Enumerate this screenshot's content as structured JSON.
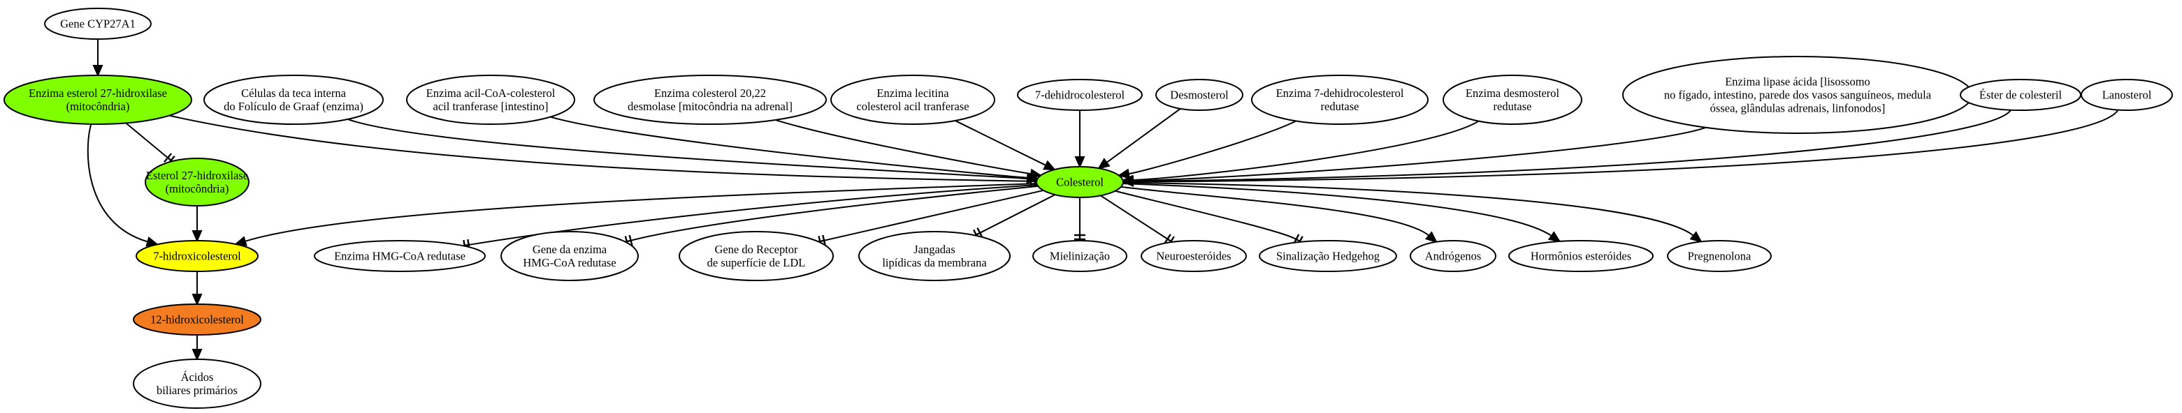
{
  "colors": {
    "green": "#7fff00",
    "yellow": "#ffff00",
    "orange": "#f47c20",
    "white": "#ffffff"
  },
  "nodes": [
    {
      "id": "cyp27a1",
      "lines": [
        "Gene CYP27A1"
      ],
      "color": "white"
    },
    {
      "id": "enzima27",
      "lines": [
        "Enzima esterol 27-hidroxilase",
        "(mitocôndria)"
      ],
      "color": "green"
    },
    {
      "id": "esterol27",
      "lines": [
        "Esterol 27-hidroxilase",
        "(mitocôndria)"
      ],
      "color": "green"
    },
    {
      "id": "hidroxi7",
      "lines": [
        "7-hidroxicolesterol"
      ],
      "color": "yellow"
    },
    {
      "id": "hidroxi12",
      "lines": [
        "12-hidroxicolesterol"
      ],
      "color": "orange"
    },
    {
      "id": "acidos",
      "lines": [
        "Ácidos",
        "biliares primários"
      ],
      "color": "white"
    },
    {
      "id": "celulas",
      "lines": [
        "Células da teca interna",
        "do Folículo de Graaf (enzima)"
      ],
      "color": "white"
    },
    {
      "id": "acil",
      "lines": [
        "Enzima acil-CoA-colesterol",
        "acil tranferase [intestino]"
      ],
      "color": "white"
    },
    {
      "id": "desmolase",
      "lines": [
        "Enzima colesterol 20,22",
        "desmolase [mitocôndria na adrenal]"
      ],
      "color": "white"
    },
    {
      "id": "lecitina",
      "lines": [
        "Enzima lecitina",
        "colesterol acil tranferase"
      ],
      "color": "white"
    },
    {
      "id": "dehidro7",
      "lines": [
        "7-dehidrocolesterol"
      ],
      "color": "white"
    },
    {
      "id": "desmosterol",
      "lines": [
        "Desmosterol"
      ],
      "color": "white"
    },
    {
      "id": "redutase7",
      "lines": [
        "Enzima 7-dehidrocolesterol",
        "redutase"
      ],
      "color": "white"
    },
    {
      "id": "desmoredutase",
      "lines": [
        "Enzima desmosterol",
        "redutase"
      ],
      "color": "white"
    },
    {
      "id": "lipase",
      "lines": [
        "Enzima lipase ácida [lisossomo",
        "no fígado, intestino, parede dos vasos sanguíneos, medula",
        "óssea, glândulas adrenais, linfonodos]"
      ],
      "color": "white"
    },
    {
      "id": "ester",
      "lines": [
        "Éster de colesteril"
      ],
      "color": "white"
    },
    {
      "id": "lanosterol",
      "lines": [
        "Lanosterol"
      ],
      "color": "white"
    },
    {
      "id": "colesterol",
      "lines": [
        "Colesterol"
      ],
      "color": "green"
    },
    {
      "id": "hmgcoa",
      "lines": [
        "Enzima HMG-CoA redutase"
      ],
      "color": "white"
    },
    {
      "id": "genehmg",
      "lines": [
        "Gene da enzima",
        "HMG-CoA redutase"
      ],
      "color": "white"
    },
    {
      "id": "ldl",
      "lines": [
        "Gene do Receptor",
        "de superfície de LDL"
      ],
      "color": "white"
    },
    {
      "id": "jangadas",
      "lines": [
        "Jangadas",
        "lipídicas da membrana"
      ],
      "color": "white"
    },
    {
      "id": "mielinizacao",
      "lines": [
        "Mielinização"
      ],
      "color": "white"
    },
    {
      "id": "neuro",
      "lines": [
        "Neuroesteróides"
      ],
      "color": "white"
    },
    {
      "id": "hedgehog",
      "lines": [
        "Sinalização Hedgehog"
      ],
      "color": "white"
    },
    {
      "id": "androgenos",
      "lines": [
        "Andrógenos"
      ],
      "color": "white"
    },
    {
      "id": "hormonios",
      "lines": [
        "Hormônios esteróides"
      ],
      "color": "white"
    },
    {
      "id": "pregnenolona",
      "lines": [
        "Pregnenolona"
      ],
      "color": "white"
    }
  ],
  "edges": [
    {
      "from": "cyp27a1",
      "to": "enzima27",
      "type": "arrow"
    },
    {
      "from": "enzima27",
      "to": "esterol27",
      "type": "tee"
    },
    {
      "from": "enzima27",
      "to": "hidroxi7",
      "type": "arrow"
    },
    {
      "from": "enzima27",
      "to": "colesterol",
      "type": "tee"
    },
    {
      "from": "esterol27",
      "to": "hidroxi7",
      "type": "arrow"
    },
    {
      "from": "hidroxi7",
      "to": "hidroxi12",
      "type": "arrow"
    },
    {
      "from": "hidroxi12",
      "to": "acidos",
      "type": "arrow"
    },
    {
      "from": "celulas",
      "to": "colesterol",
      "type": "arrow"
    },
    {
      "from": "acil",
      "to": "colesterol",
      "type": "arrow"
    },
    {
      "from": "desmolase",
      "to": "colesterol",
      "type": "arrow"
    },
    {
      "from": "lecitina",
      "to": "colesterol",
      "type": "arrow"
    },
    {
      "from": "dehidro7",
      "to": "colesterol",
      "type": "arrow"
    },
    {
      "from": "desmosterol",
      "to": "colesterol",
      "type": "arrow"
    },
    {
      "from": "redutase7",
      "to": "colesterol",
      "type": "arrow"
    },
    {
      "from": "desmoredutase",
      "to": "colesterol",
      "type": "arrow"
    },
    {
      "from": "lipase",
      "to": "colesterol",
      "type": "arrow"
    },
    {
      "from": "ester",
      "to": "colesterol",
      "type": "arrow"
    },
    {
      "from": "lanosterol",
      "to": "colesterol",
      "type": "arrow"
    },
    {
      "from": "colesterol",
      "to": "hidroxi7",
      "type": "arrow"
    },
    {
      "from": "colesterol",
      "to": "hmgcoa",
      "type": "tee"
    },
    {
      "from": "colesterol",
      "to": "genehmg",
      "type": "tee"
    },
    {
      "from": "colesterol",
      "to": "ldl",
      "type": "tee"
    },
    {
      "from": "colesterol",
      "to": "jangadas",
      "type": "tee"
    },
    {
      "from": "colesterol",
      "to": "mielinizacao",
      "type": "tee"
    },
    {
      "from": "colesterol",
      "to": "neuro",
      "type": "tee"
    },
    {
      "from": "colesterol",
      "to": "hedgehog",
      "type": "tee"
    },
    {
      "from": "colesterol",
      "to": "androgenos",
      "type": "arrow"
    },
    {
      "from": "colesterol",
      "to": "hormonios",
      "type": "arrow"
    },
    {
      "from": "colesterol",
      "to": "pregnenolona",
      "type": "arrow"
    }
  ]
}
